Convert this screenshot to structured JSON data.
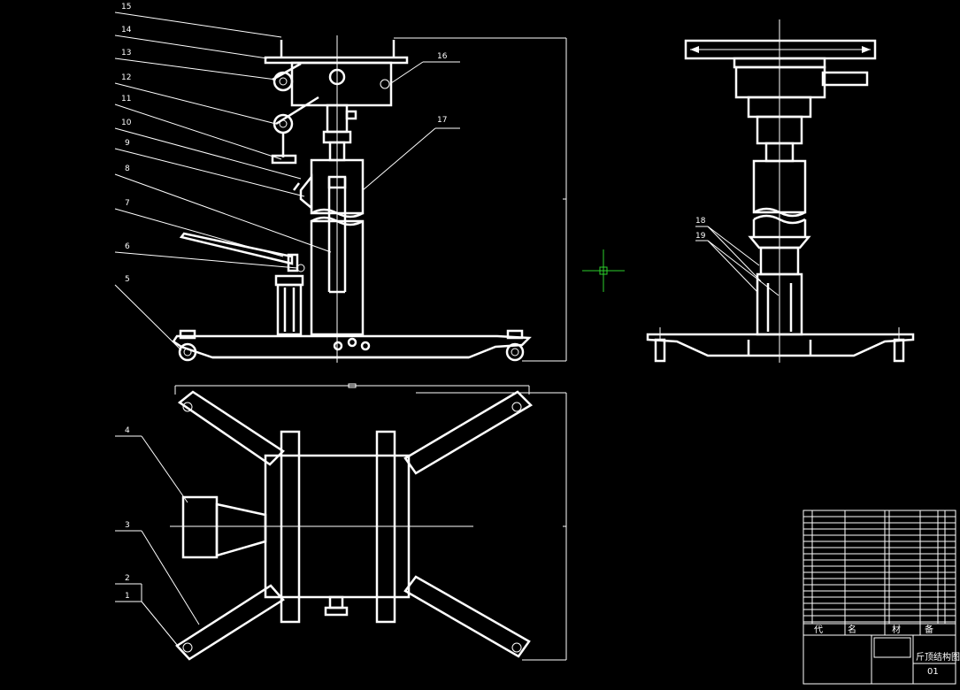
{
  "drawing": {
    "callouts_front": [
      "15",
      "14",
      "13",
      "12",
      "11",
      "10",
      "9",
      "8",
      "7",
      "6",
      "5"
    ],
    "callouts_plan": [
      "4",
      "3",
      "2",
      "1"
    ],
    "callouts_front_right": [
      "16",
      "17"
    ],
    "callouts_side": [
      "18",
      "19"
    ],
    "title_block": {
      "drawing_title": "斤顶结构图",
      "drawing_number": "01",
      "header_cells": [
        "代",
        "名",
        "材",
        "备"
      ]
    }
  }
}
